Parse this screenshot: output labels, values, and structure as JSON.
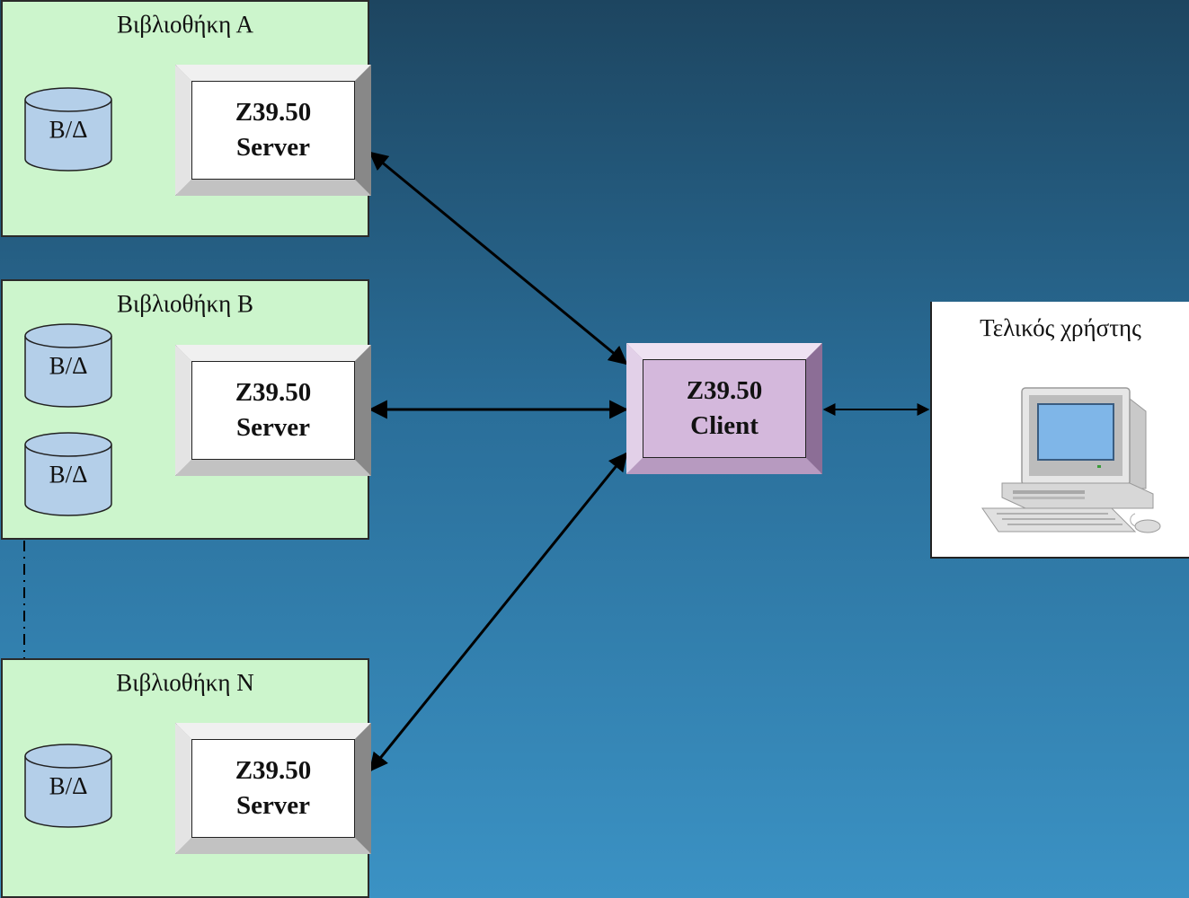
{
  "libraries": [
    {
      "title": "Βιβλιοθήκη Α",
      "server_line1": "Z39.50",
      "server_line2": "Server",
      "databases": [
        "Β/Δ"
      ]
    },
    {
      "title": "Βιβλιοθήκη Β",
      "server_line1": "Z39.50",
      "server_line2": "Server",
      "databases": [
        "Β/Δ",
        "Β/Δ"
      ]
    },
    {
      "title": "Βιβλιοθήκη Ν",
      "server_line1": "Z39.50",
      "server_line2": "Server",
      "databases": [
        "Β/Δ"
      ]
    }
  ],
  "client": {
    "line1": "Z39.50",
    "line2": "Client"
  },
  "end_user": {
    "title": "Τελικός χρήστης",
    "icon": "desktop-computer-icon"
  },
  "colors": {
    "library_bg": "#ccf5cc",
    "client_bg": "#d4b8dc",
    "database": "#b4cfe9"
  }
}
